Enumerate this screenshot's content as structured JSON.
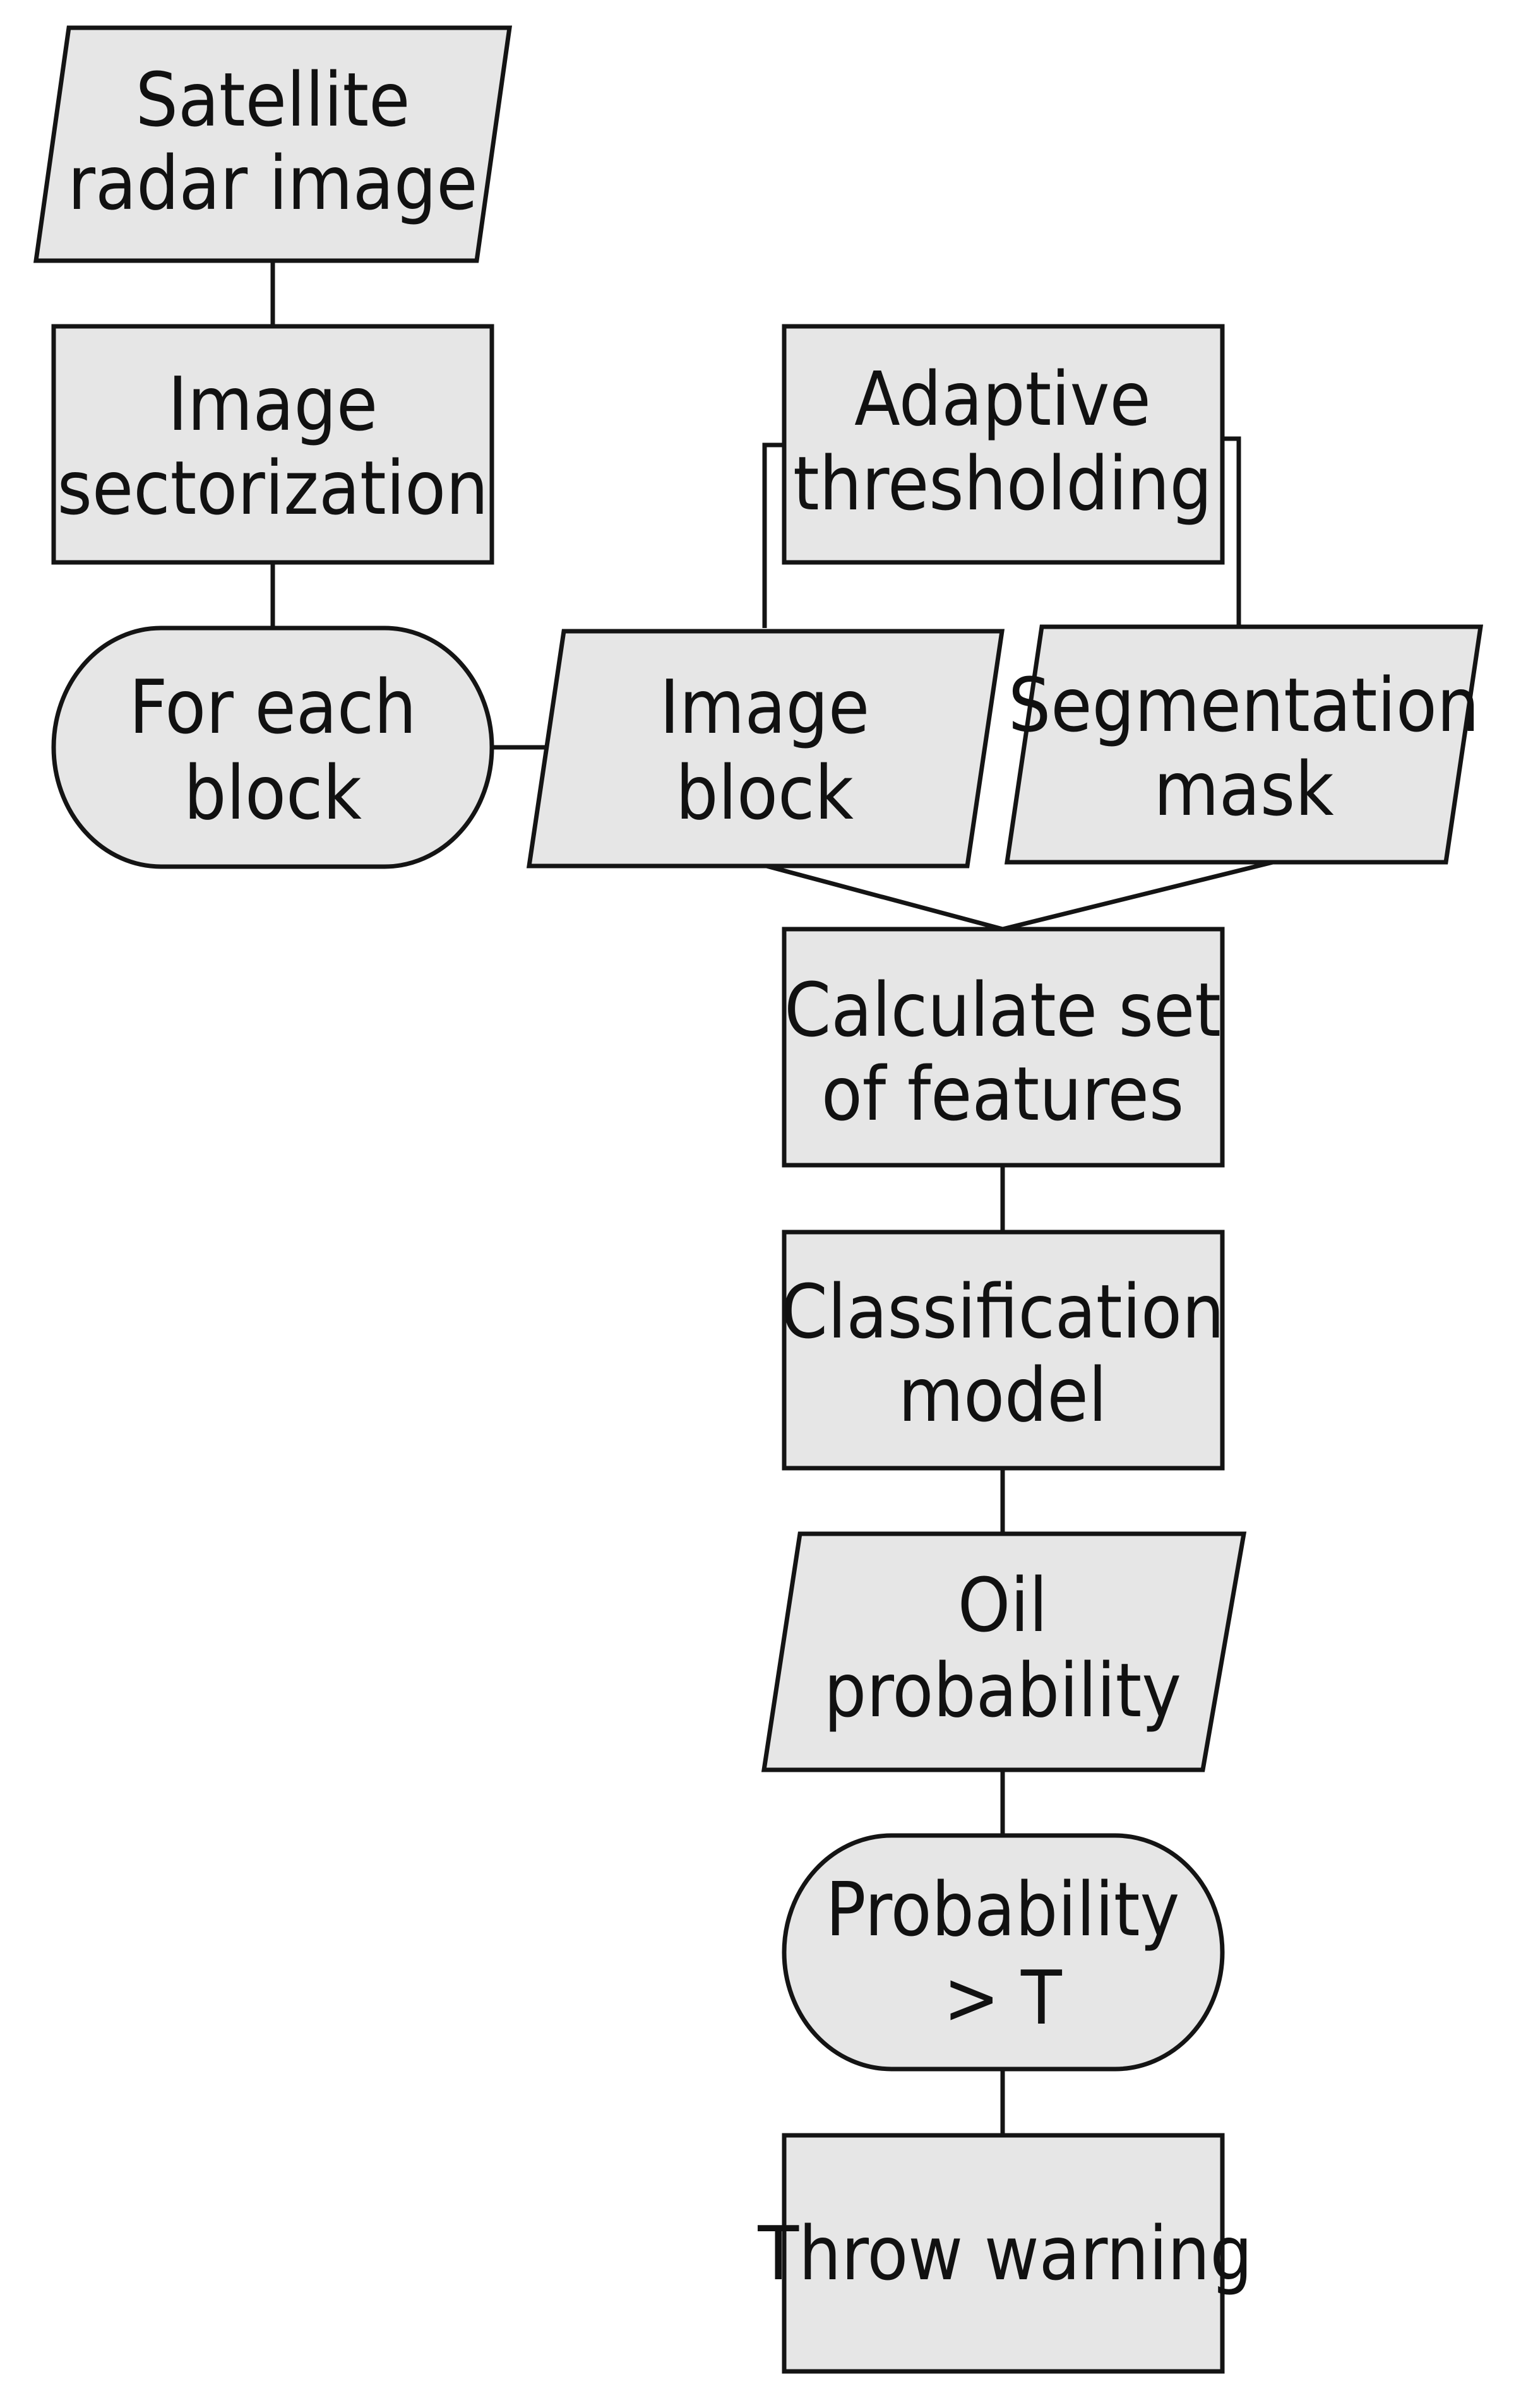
{
  "nodes": {
    "satellite_radar_image": {
      "line1": "Satellite",
      "line2": "radar image"
    },
    "image_sectorization": {
      "line1": "Image",
      "line2": "sectorization"
    },
    "for_each_block": {
      "line1": "For each",
      "line2": "block"
    },
    "adaptive_thresholding": {
      "line1": "Adaptive",
      "line2": "thresholding"
    },
    "image_block": {
      "line1": "Image",
      "line2": "block"
    },
    "segmentation_mask": {
      "line1": "Segmentation",
      "line2": "mask"
    },
    "calculate_features": {
      "line1": "Calculate set",
      "line2": "of features"
    },
    "classification_model": {
      "line1": "Classification",
      "line2": "model"
    },
    "oil_probability": {
      "line1": "Oil",
      "line2": "probability"
    },
    "probability_threshold": {
      "line1": "Probability",
      "line2": "> T"
    },
    "throw_warning": {
      "line1": "Throw warning"
    }
  }
}
